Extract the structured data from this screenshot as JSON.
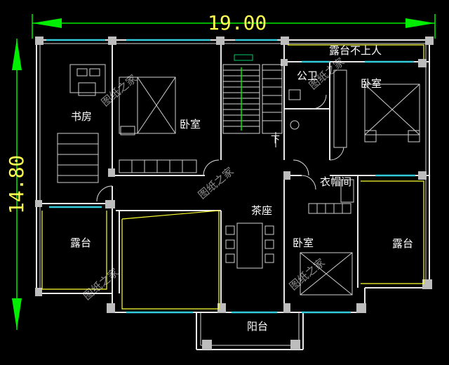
{
  "dimensions": {
    "width_label": "19.00",
    "height_label": "14.80"
  },
  "rooms": {
    "study": "书房",
    "bedroom_top_center": "卧室",
    "terrace_no_access": "露台不上人",
    "public_bath": "公卫",
    "bedroom_top_right": "卧室",
    "cloakroom": "衣帽间",
    "tea_area": "茶座",
    "bedroom_bottom_right": "卧室",
    "terrace_left": "露台",
    "terrace_right": "露台",
    "balcony": "阳台",
    "stair_down": "下"
  },
  "watermark": "图纸之家",
  "colors": {
    "background": "#000000",
    "dimension": "#ffff4d",
    "dimension_arrow": "#00ee00",
    "window": "#33ccdd",
    "wall": "#e8e8e8"
  }
}
